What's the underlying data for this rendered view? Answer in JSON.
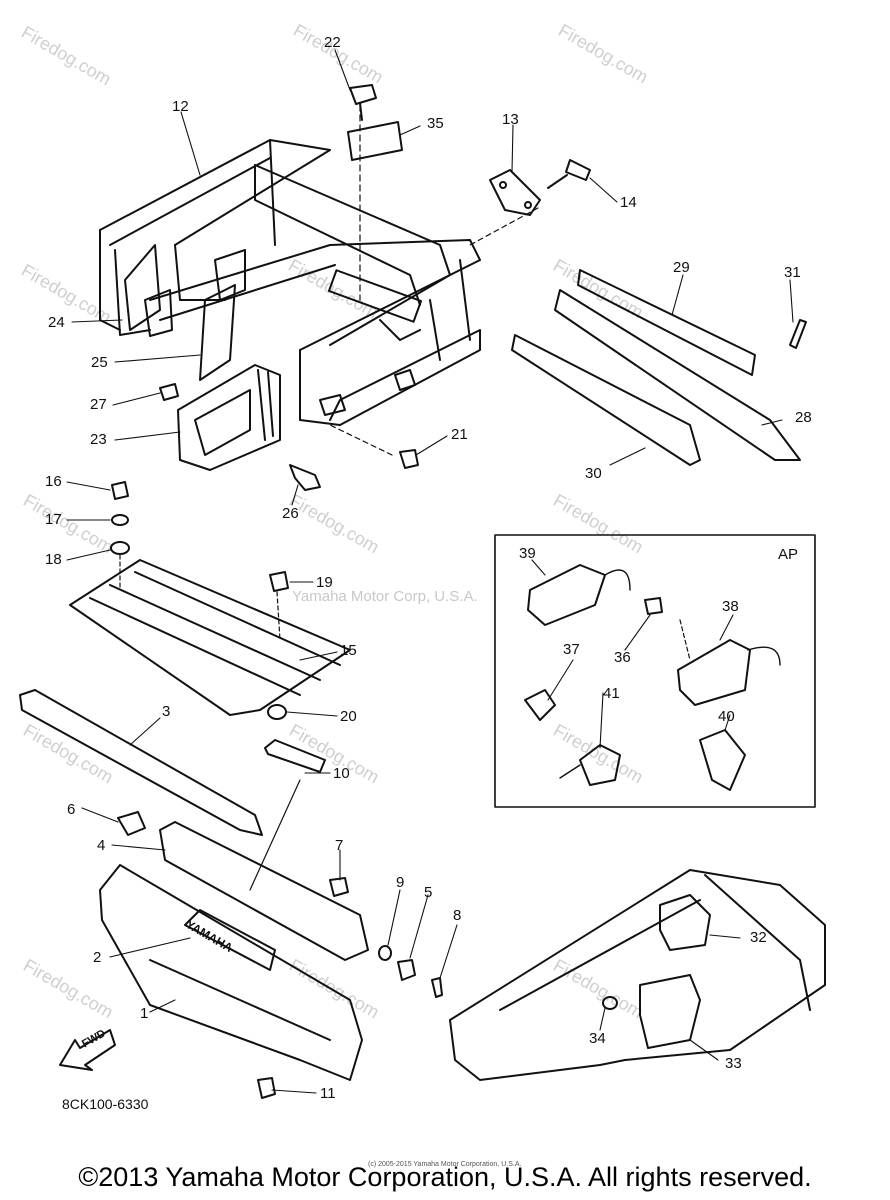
{
  "watermark": {
    "site": "Firedog.com",
    "brand": "Yamaha Motor Corp, U.S.A."
  },
  "part_numbers": [
    "1",
    "2",
    "3",
    "4",
    "5",
    "6",
    "7",
    "8",
    "9",
    "10",
    "11",
    "12",
    "13",
    "14",
    "15",
    "16",
    "17",
    "18",
    "19",
    "20",
    "21",
    "22",
    "23",
    "24",
    "25",
    "26",
    "27",
    "28",
    "29",
    "30",
    "31",
    "32",
    "33",
    "34",
    "35",
    "36",
    "37",
    "38",
    "39",
    "40",
    "41"
  ],
  "diagram_code": "8CK100-6330",
  "inset_label": "AP",
  "arrow_label": "FWD",
  "emblem_text": "YAMAHA",
  "small_copyright": "(c) 2005-2015 Yamaha Motor Corporation, U.S.A.",
  "footer_copyright": "©2013 Yamaha Motor Corporation, U.S.A. All rights reserved."
}
